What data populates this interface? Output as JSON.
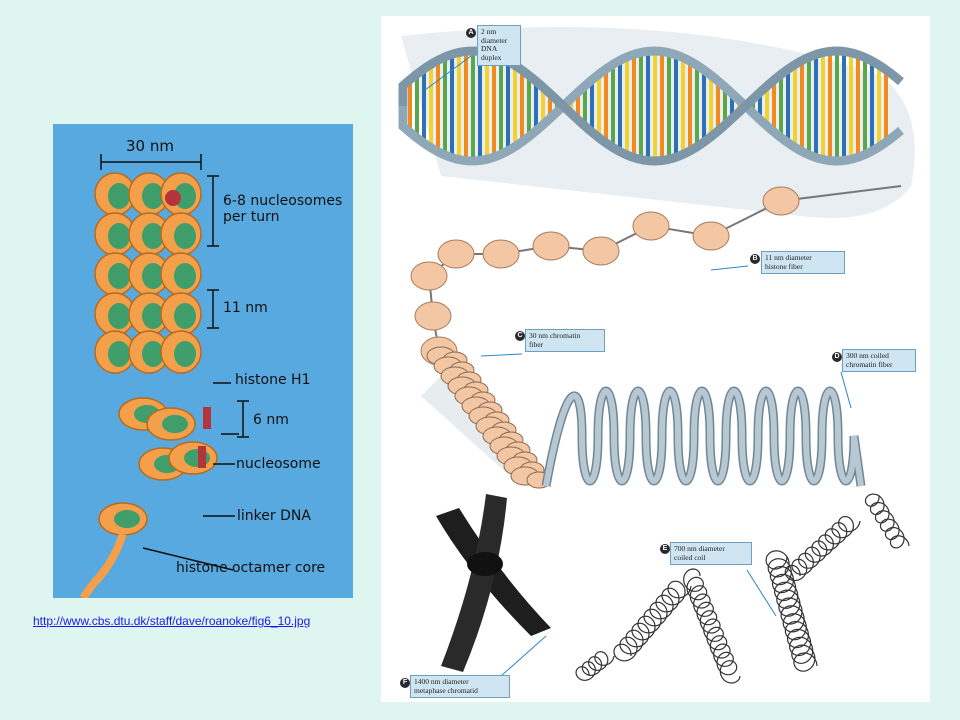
{
  "left_figure": {
    "dimension_30nm": "30 nm",
    "nucleosomes_per_turn": "6-8 nucleosomes\nper turn",
    "dimension_11nm": "11 nm",
    "histone_h1": "histone H1",
    "dimension_6nm": "6 nm",
    "nucleosome": "nucleosome",
    "linker_dna": "linker DNA",
    "histone_octamer_core": "histone octamer core",
    "colors": {
      "background": "#58a9df",
      "nucleosome_orange": "#f4a04a",
      "core_green": "#3f9e6a",
      "histone_red": "#b5333a"
    }
  },
  "source_link": "http://www.cbs.dtu.dk/staff/dave/roanoke/fig6_10.jpg",
  "right_figure": {
    "callouts": [
      {
        "badge": "A",
        "text": "2 nm\ndiameter\nDNA\nduplex"
      },
      {
        "badge": "B",
        "text": "11 nm diameter\nhistone fiber"
      },
      {
        "badge": "C",
        "text": "30 nm chromatin\nfiber"
      },
      {
        "badge": "D",
        "text": "300 nm coiled\nchromatin fiber"
      },
      {
        "badge": "E",
        "text": "700 nm diameter\ncoiled coil"
      },
      {
        "badge": "F",
        "text": "1400 nm diameter\nmetaphase chromatid"
      }
    ],
    "colors": {
      "ribbon": "#8fa8b8",
      "base_yellow": "#f2d22b",
      "base_orange": "#f28a1d",
      "base_green": "#5aa64a",
      "base_blue": "#2f6fb6",
      "bead": "#f3c7a4",
      "coil": "#b8c8d2"
    }
  }
}
